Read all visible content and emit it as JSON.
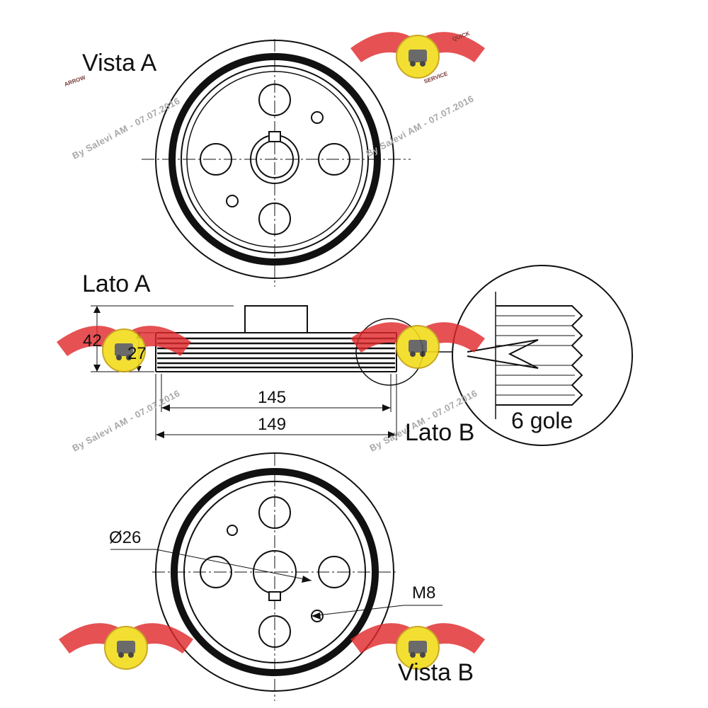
{
  "labels": {
    "vista_a": "Vista A",
    "lato_a": "Lato A",
    "lato_b": "Lato B",
    "vista_b": "Vista B",
    "gole": "6 gole"
  },
  "dimensions": {
    "height_42": "42",
    "height_27": "27",
    "width_145": "145",
    "width_149": "149",
    "diameter": "Ø26",
    "thread": "M8"
  },
  "watermark": {
    "badge_top": "ARROW",
    "badge_right": "QUICK",
    "badge_bottom": "SERVICE",
    "author": "By Salevi AM - 07.07.2016"
  },
  "colors": {
    "line": "#111111",
    "watermark_red": "#e0282a",
    "watermark_gold": "#f2dc1a"
  }
}
